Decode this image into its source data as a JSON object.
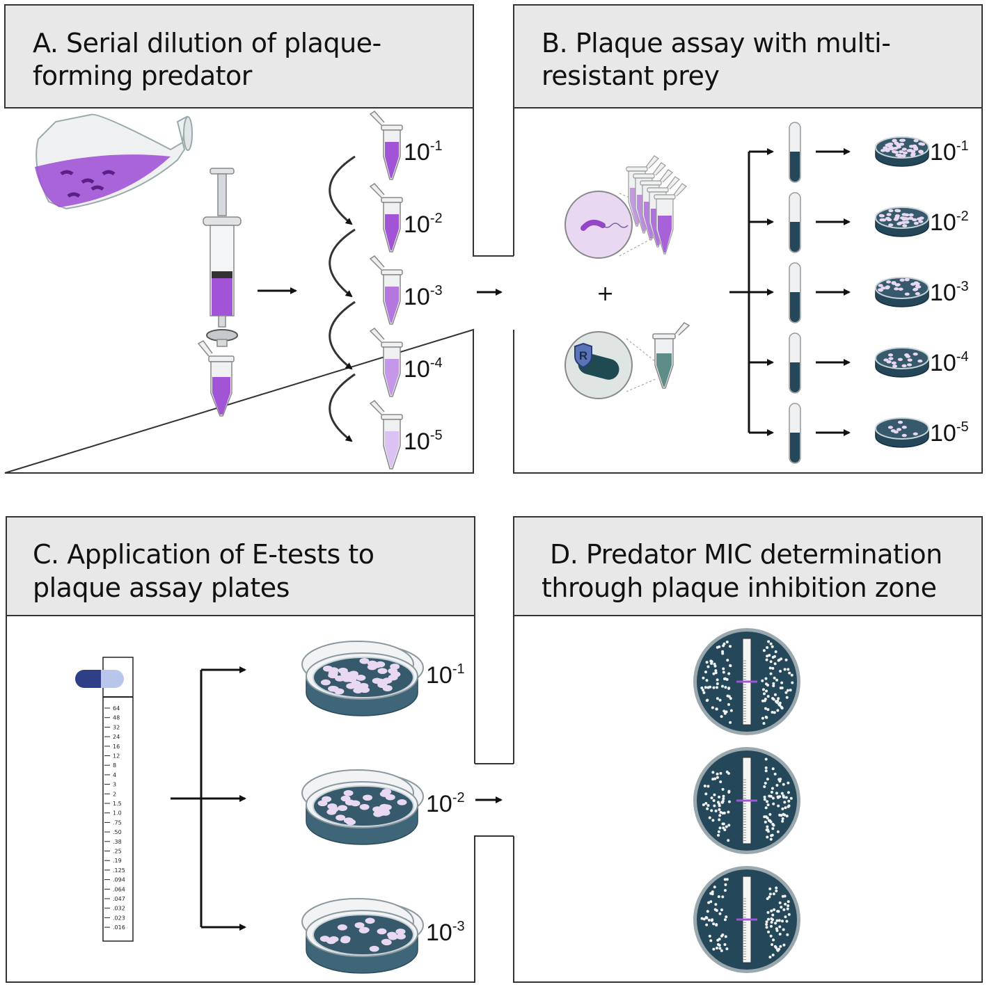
{
  "panels": {
    "A": {
      "title_line1": "A. Serial dilution of plaque-",
      "title_line2": "forming predator"
    },
    "B": {
      "title_line1": "B. Plaque assay with multi-",
      "title_line2": "resistant prey"
    },
    "C": {
      "title_line1": "C. Application of E-tests to",
      "title_line2": "plaque assay plates"
    },
    "D": {
      "title_line1": "D. Predator MIC determination",
      "title_line2": "through  plaque inhibition zone"
    }
  },
  "dilutions_AB": [
    {
      "base": "10",
      "exp": "-1"
    },
    {
      "base": "10",
      "exp": "-2"
    },
    {
      "base": "10",
      "exp": "-3"
    },
    {
      "base": "10",
      "exp": "-4"
    },
    {
      "base": "10",
      "exp": "-5"
    }
  ],
  "dilutions_C": [
    {
      "base": "10",
      "exp": "-1"
    },
    {
      "base": "10",
      "exp": "-2"
    },
    {
      "base": "10",
      "exp": "-3"
    }
  ],
  "plus_sign": "+",
  "resistance_label": "R",
  "etest_scale": [
    "64",
    "48",
    "32",
    "24",
    "16",
    "12",
    "8",
    "4",
    "3",
    "2",
    "1.5",
    "1.0",
    ".75",
    ".50",
    ".38",
    ".25",
    ".19",
    ".125",
    ".094",
    ".064",
    ".047",
    ".032",
    ".023",
    ".016"
  ],
  "colors": {
    "panel_header": "#e8e8e8",
    "border": "#333333",
    "purple": "#a154d6",
    "purple_light": "#c9a4ea",
    "dark_teal": "#24485a",
    "plaque": "#e8d8f2",
    "capsule_dark": "#2f3f87",
    "capsule_light": "#b9c6ec"
  }
}
